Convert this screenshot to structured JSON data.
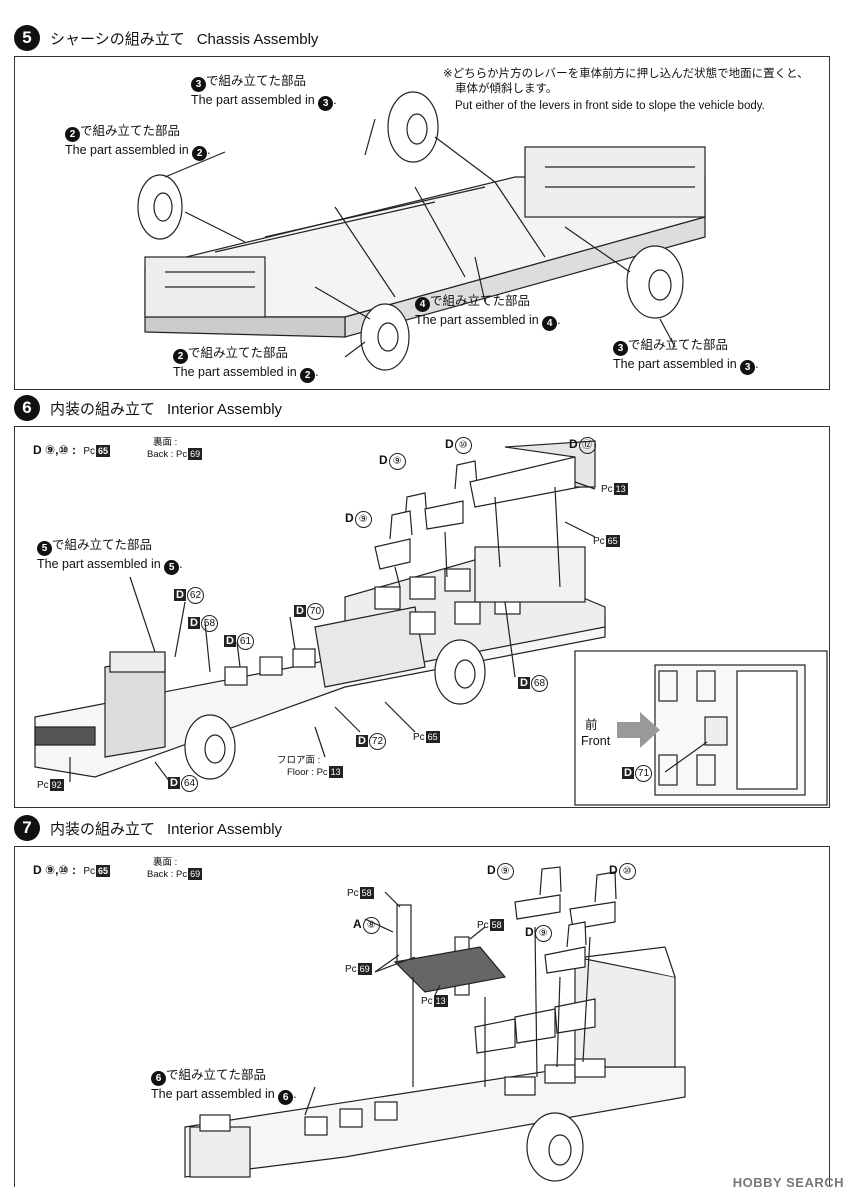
{
  "steps": [
    {
      "num": "5",
      "title_jp": "シャーシの組み立て",
      "title_en": "Chassis Assembly"
    },
    {
      "num": "6",
      "title_jp": "内装の組み立て",
      "title_en": "Interior Assembly"
    },
    {
      "num": "7",
      "title_jp": "内装の組み立て",
      "title_en": "Interior Assembly"
    }
  ],
  "step5": {
    "note_jp1": "※どちらか片方のレバーを車体前方に押し込んだ状態で地面に置くと、",
    "note_jp2": "車体が傾斜します。",
    "note_en": "Put either of the levers in front side to slope the vehicle body.",
    "jp_suffix": "で組み立てた部品",
    "en_prefix": "The part assembled in",
    "callouts": [
      {
        "n": "3",
        "pos": "top-center"
      },
      {
        "n": "2",
        "pos": "top-left"
      },
      {
        "n": "4",
        "pos": "bottom-center"
      },
      {
        "n": "2",
        "pos": "bottom-left"
      },
      {
        "n": "3",
        "pos": "bottom-right"
      }
    ]
  },
  "step6": {
    "legend_d": "D",
    "legend_parts": "⑨,⑩ :",
    "legend_pc": "Pc",
    "legend_pc_num": "65",
    "legend_back_jp": "裏面 :",
    "legend_back_en": "Back :",
    "legend_back_num": "69",
    "callout_n": "5",
    "parts": {
      "d9a": "⑨",
      "d10": "⑩",
      "d12": "⑫",
      "d9b": "⑨",
      "d62": "62",
      "d58": "58",
      "d61": "61",
      "d70": "70",
      "d68": "68",
      "d72": "72",
      "d64": "64",
      "d71": "71",
      "pc13": "13",
      "pc65a": "65",
      "pc65b": "65",
      "pc13b": "13",
      "pc92": "92"
    },
    "floor_jp": "フロア面 :",
    "floor_en": "Floor :",
    "front_jp": "前",
    "front_en": "Front"
  },
  "step7": {
    "legend_d": "D",
    "legend_parts": "⑨,⑩ :",
    "legend_pc": "Pc",
    "legend_pc_num": "65",
    "legend_back_jp": "裏面 :",
    "legend_back_en": "Back :",
    "legend_back_num": "69",
    "callout_n": "6",
    "parts": {
      "a8": "A",
      "a8n": "⑧",
      "d9a": "⑨",
      "d10": "⑩",
      "d9b": "⑨",
      "pc58a": "58",
      "pc58b": "58",
      "pc69": "69",
      "pc13": "13"
    }
  },
  "watermark": "HOBBY SEARCH"
}
